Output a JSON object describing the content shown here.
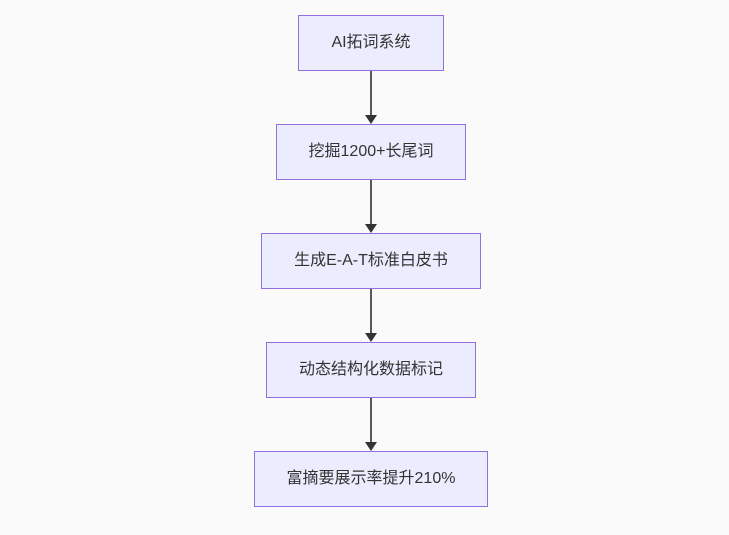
{
  "diagram": {
    "type": "flowchart",
    "direction": "top-down",
    "nodes": [
      {
        "id": "A",
        "label": "AI拓词系统"
      },
      {
        "id": "B",
        "label": "挖掘1200+长尾词"
      },
      {
        "id": "C",
        "label": "生成E-A-T标准白皮书"
      },
      {
        "id": "D",
        "label": "动态结构化数据标记"
      },
      {
        "id": "E",
        "label": "富摘要展示率提升210%"
      }
    ],
    "edges": [
      {
        "from": "A",
        "to": "B",
        "arrow": "down"
      },
      {
        "from": "B",
        "to": "C",
        "arrow": "down"
      },
      {
        "from": "C",
        "to": "D",
        "arrow": "down"
      },
      {
        "from": "D",
        "to": "E",
        "arrow": "down"
      }
    ],
    "colors": {
      "node_fill": "#ECECFF",
      "node_border": "#9370DB",
      "arrow_line": "#595959",
      "arrow_head": "#333333",
      "text": "#333333",
      "background": "#fafafa"
    }
  }
}
